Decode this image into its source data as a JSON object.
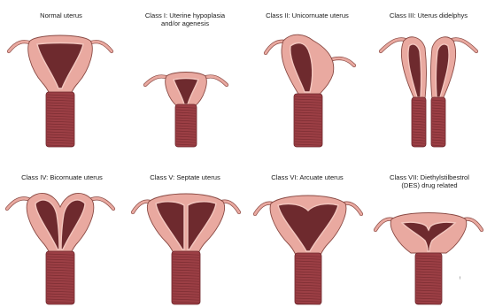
{
  "figure": {
    "panels": [
      {
        "id": "normal",
        "caption": [
          "Normal uterus"
        ]
      },
      {
        "id": "class-1",
        "caption": [
          "Class I: Uterine hypoplasia",
          "and/or agenesis"
        ]
      },
      {
        "id": "class-2",
        "caption": [
          "Class II: Unicornuate uterus"
        ]
      },
      {
        "id": "class-3",
        "caption": [
          "Class III: Uterus didelphys"
        ]
      },
      {
        "id": "class-4",
        "caption": [
          "Class IV: Bicornuate uterus"
        ]
      },
      {
        "id": "class-5",
        "caption": [
          "Class V: Septate uterus"
        ]
      },
      {
        "id": "class-6",
        "caption": [
          "Class VI: Arcuate uterus"
        ]
      },
      {
        "id": "class-7",
        "caption": [
          "Class VII: Diethylstilbestrol",
          "(DES) drug related"
        ]
      }
    ],
    "colors": {
      "tissue": "#e9a9a0",
      "tissue_light": "#f3c7bf",
      "outline": "#8a4a44",
      "cavity": "#6e2a2e",
      "cervix": "#9c3f45",
      "cervix_dark": "#6b2429"
    }
  }
}
